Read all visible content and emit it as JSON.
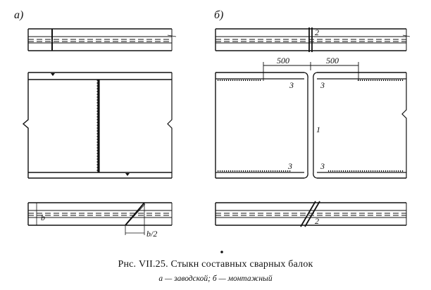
{
  "panel_a_label": "а)",
  "panel_b_label": "б)",
  "caption": "Рнс. VII.25. Стыкн составных сварных балок",
  "subcaption": "а — заводской; б — монтажный",
  "labels": {
    "b": "b",
    "b_half": "b/2",
    "dim_left": "500",
    "dim_right": "500",
    "num_2_top": "2",
    "num_2_bottom": "2",
    "num_1": "1",
    "num_3_tl": "3",
    "num_3_tr": "3",
    "num_3_bl": "3",
    "num_3_br": "3"
  }
}
